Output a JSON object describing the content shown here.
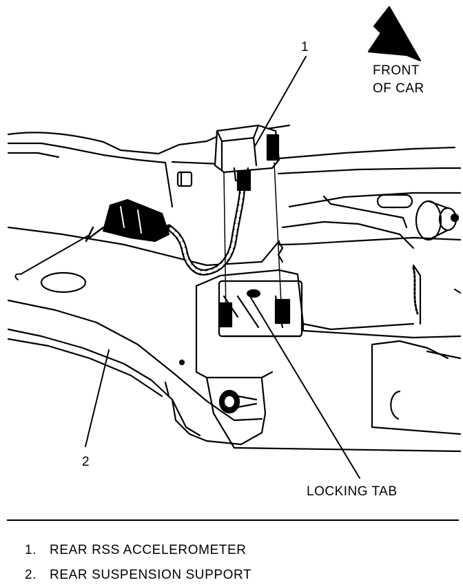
{
  "direction": {
    "line1": "FRONT",
    "line2": "OF CAR",
    "icon": "arrow-up-left-icon"
  },
  "callouts": {
    "c1": "1",
    "c2": "2",
    "locking_tab": "LOCKING TAB"
  },
  "legend": [
    {
      "num": "1.",
      "text": "REAR RSS ACCELEROMETER"
    },
    {
      "num": "2.",
      "text": "REAR SUSPENSION SUPPORT"
    }
  ]
}
